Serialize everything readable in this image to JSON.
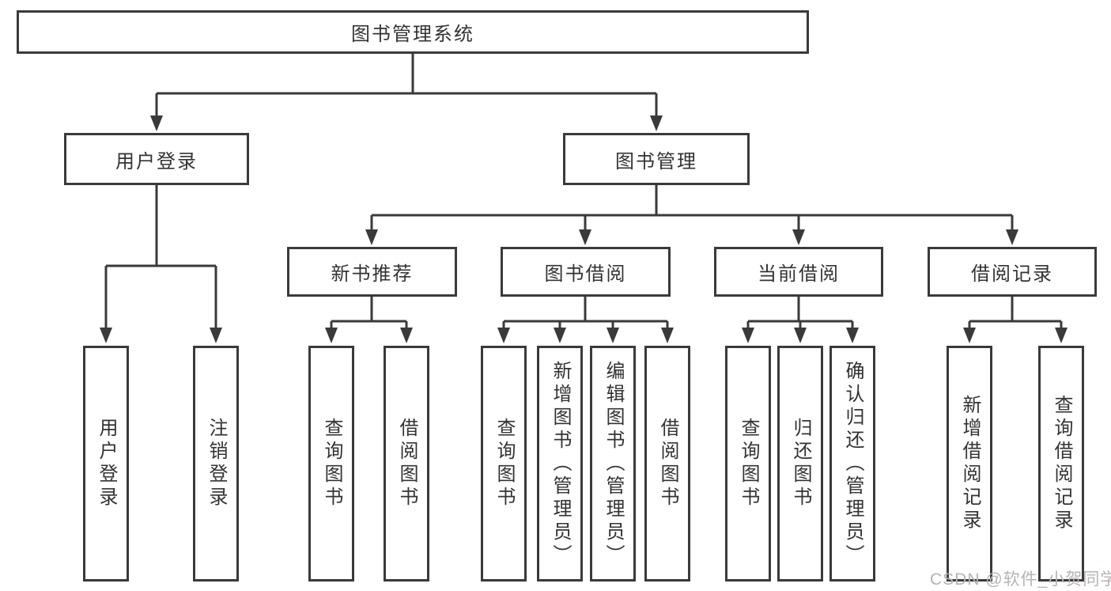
{
  "diagram_type": "hierarchy-tree",
  "tree": {
    "label": "图书管理系统",
    "children": [
      {
        "label": "用户登录",
        "children": [
          {
            "label": "用户登录"
          },
          {
            "label": "注销登录"
          }
        ]
      },
      {
        "label": "图书管理",
        "children": [
          {
            "label": "新书推荐",
            "children": [
              {
                "label": "查询图书"
              },
              {
                "label": "借阅图书"
              }
            ]
          },
          {
            "label": "图书借阅",
            "children": [
              {
                "label": "查询图书"
              },
              {
                "label": "新增图书（管理员）"
              },
              {
                "label": "编辑图书（管理员）"
              },
              {
                "label": "借阅图书"
              }
            ]
          },
          {
            "label": "当前借阅",
            "children": [
              {
                "label": "查询图书"
              },
              {
                "label": "归还图书"
              },
              {
                "label": "确认归还（管理员）"
              }
            ]
          },
          {
            "label": "借阅记录",
            "children": [
              {
                "label": "新增借阅记录"
              },
              {
                "label": "查询借阅记录"
              }
            ]
          }
        ]
      }
    ]
  },
  "watermark": "CSDN @软件_小贺同学",
  "colors": {
    "line": "#3a3a3a",
    "box_border": "#3a3a3a",
    "box_fill": "#ffffff",
    "text": "#333333",
    "watermark": "#b9b2b2",
    "background": "#ffffff"
  }
}
